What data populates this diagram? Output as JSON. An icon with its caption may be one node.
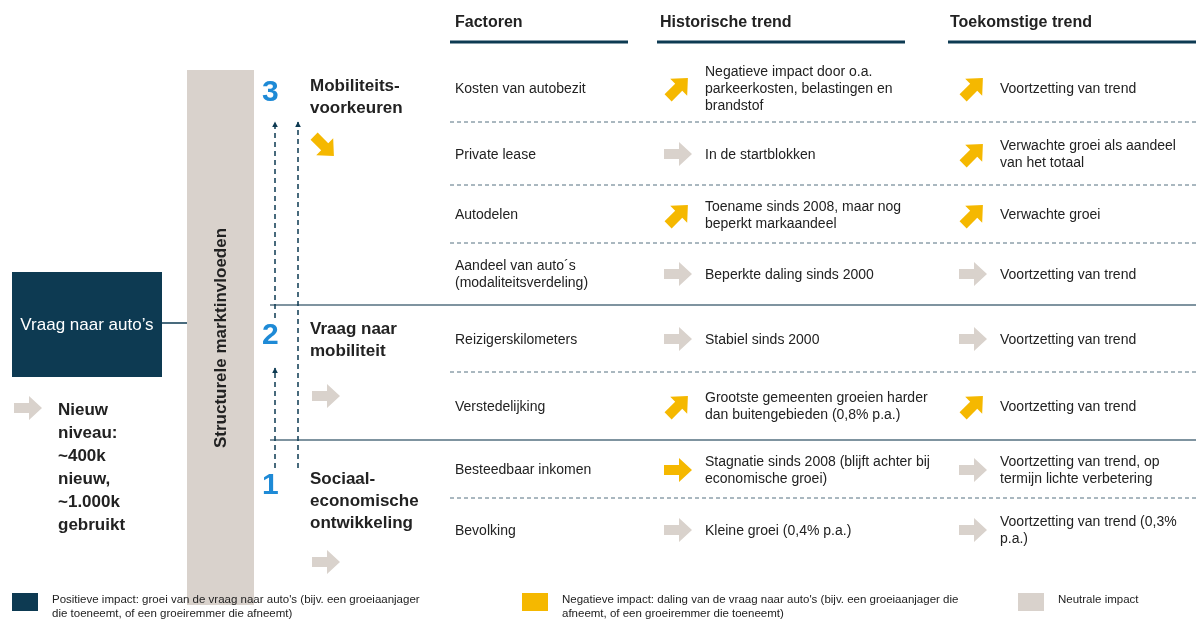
{
  "diagram": {
    "nodes": [
      {
        "text": [
          "Vraag naar auto’s"
        ]
      },
      {
        "text": [
          "Structurele marktinvloeden"
        ]
      },
      {
        "text": [
          "3",
          "Mobiliteits- voorkeuren"
        ]
      },
      {
        "text": [
          "2",
          "Vraag naar mobiliteit"
        ]
      },
      {
        "text": [
          "1",
          "Sociaal- economische ontwikkeling"
        ]
      }
    ],
    "edges": [
      {
        "from": 0,
        "to": 1,
        "arrow": "none"
      },
      {
        "from": 4,
        "to": 3,
        "arrow": "to",
        "style": "dashed"
      },
      {
        "from": 3,
        "to": 2,
        "arrow": "to",
        "style": "dashed"
      },
      {
        "from": 4,
        "to": 2,
        "arrow": "to",
        "style": "dashed"
      }
    ],
    "labels": [
      "Factoren",
      "Historische trend",
      "Toekomstige trend",
      "Kosten van autobezit",
      "Negatieve impact door o.a. parkeerkosten, belastingen en brandstof",
      "Voortzetting van trend",
      "Private lease",
      "In de startblokken",
      "Verwachte groei als aandeel van het totaal",
      "Autodelen",
      "Toename sinds 2008, maar nog beperkt markaandeel",
      "Verwachte groei",
      "Aandeel van auto´s (modaliteitsverdeling)",
      "Beperkte daling sinds 2000",
      "Voortzetting van trend",
      "Reizigerskilometers",
      "Stabiel sinds 2000",
      "Voortzetting van trend",
      "Verstedelijking",
      "Grootste gemeenten groeien harder dan buitengebieden (0,8% p.a.)",
      "Voortzetting van trend",
      "Besteedbaar inkomen",
      "Stagnatie sinds 2008 (blijft achter bij economische groei)",
      "Voortzetting van trend, op termijn lichte verbetering",
      "Bevolking",
      "Kleine groei (0,4% p.a.)",
      "Voortzetting van trend (0,3% p.a.)",
      "Nieuw niveau: ~400k nieuw, ~1.000k gebruikt"
    ],
    "legend": [
      {
        "text": "Positieve impact: groei van de vraag naar auto's (bijv. een groeiaanjager die toeneemt, of een groeiremmer die afneemt)",
        "color": "#0d3a52"
      },
      {
        "text": "Negatieve impact: daling van de vraag naar auto's (bijv. een groeiaanjager die afneemt, of een groeiremmer die toeneemt)",
        "color": "#f5b800"
      },
      {
        "text": "Neutrale impact",
        "color": "#d9d2cc"
      }
    ]
  }
}
